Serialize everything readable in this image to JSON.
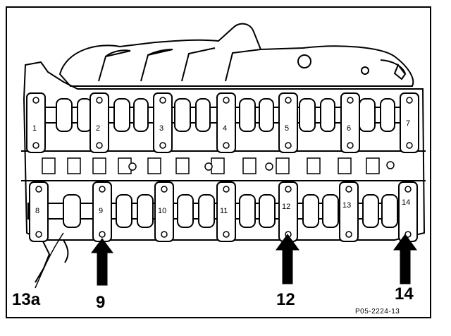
{
  "diagram": {
    "top_caps": [
      "1",
      "2",
      "3",
      "4",
      "5",
      "6",
      "7"
    ],
    "bottom_caps": [
      "8",
      "9",
      "10",
      "11",
      "12",
      "13",
      "14"
    ],
    "callouts": {
      "c13a": "13a",
      "c9": "9",
      "c12": "12",
      "c14": "14"
    },
    "reference": "P05-2224-13"
  }
}
